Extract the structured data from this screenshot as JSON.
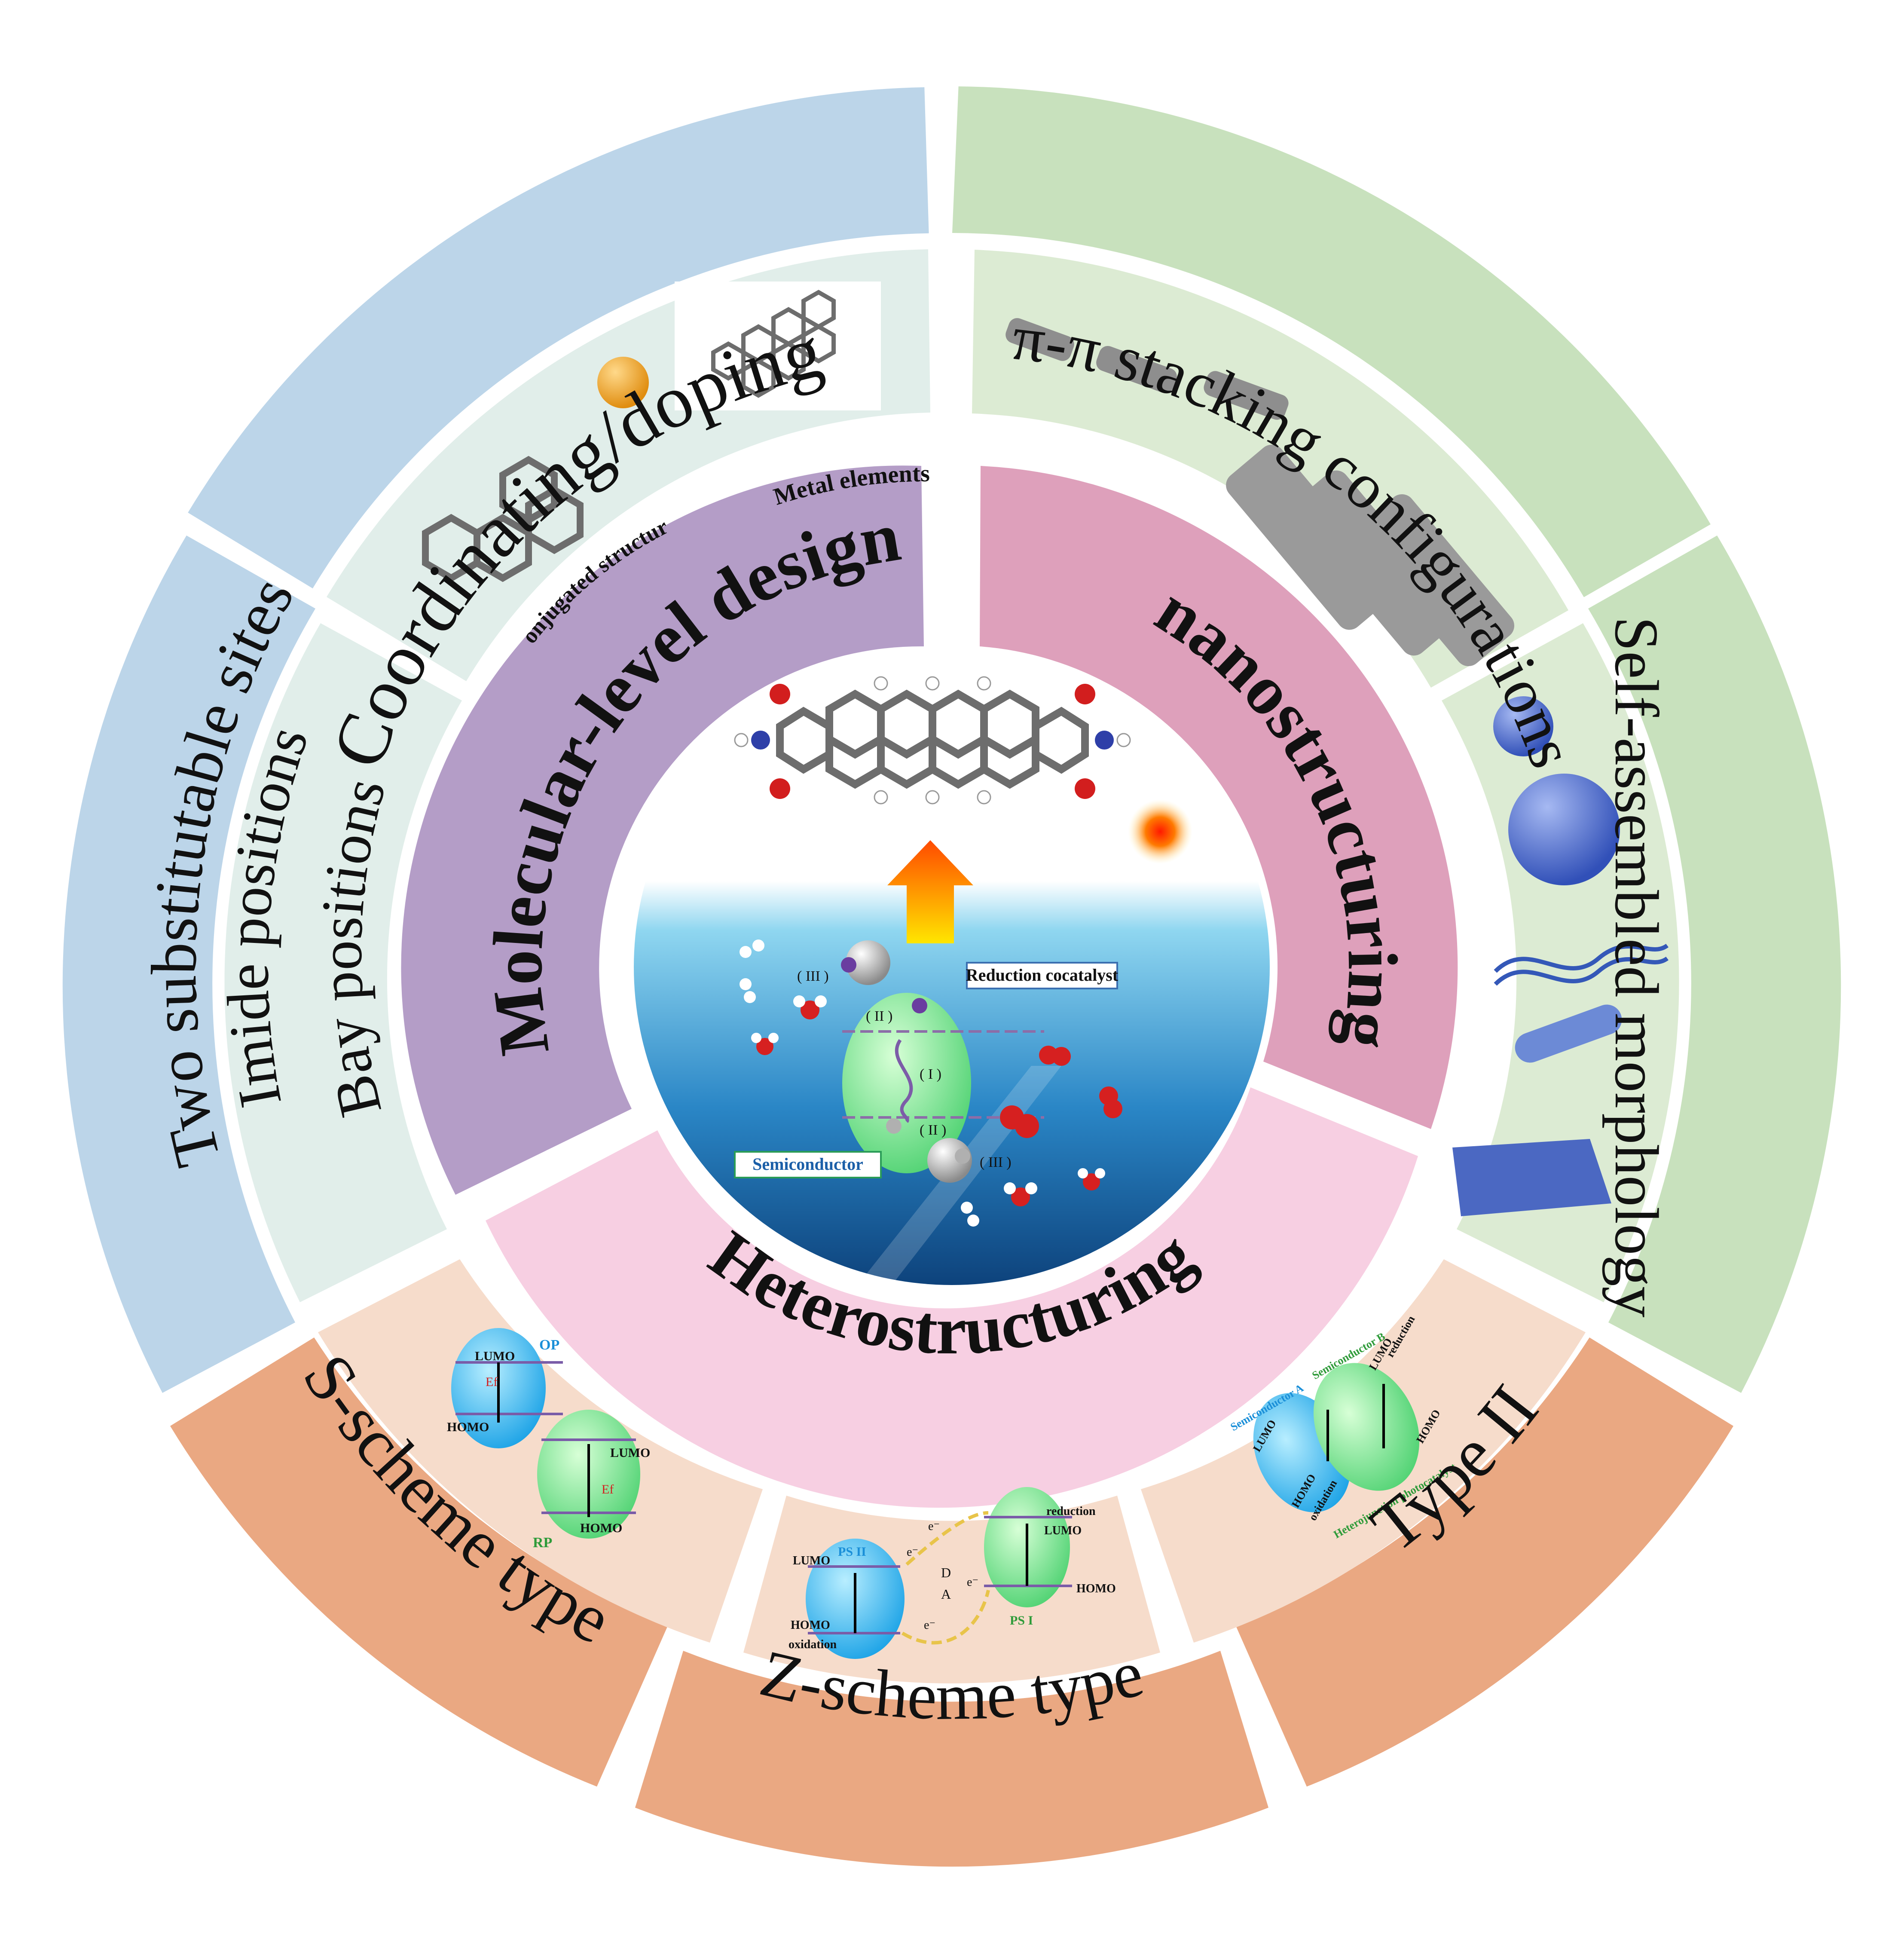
{
  "colors": {
    "outer_blue": "#bcd5e9",
    "outer_green": "#c8e1bd",
    "outer_orange": "#eaa882",
    "middle_blue": "#e1eeea",
    "middle_green": "#dcebd3",
    "middle_orange": "#f6dccb",
    "inner_purple": "#b49dc7",
    "inner_pink": "#dea0bb",
    "inner_lightpink": "#f7cfe2",
    "water_top": "#6fc5e8",
    "water_bottom": "#0c3f78",
    "ellipse_green": "#8be39a",
    "ellipse_blue": "#38b8ec"
  },
  "outer_ring": {
    "coordinating": "Coordinating/doping",
    "stacking": "π-π stacking configurations",
    "self_assembled": "Self-assembled morphology",
    "type_ii": "Type II",
    "z_scheme": "Z-scheme type",
    "s_scheme": "S-scheme type",
    "two_sites": "Two substitutable sites"
  },
  "middle_ring": {
    "imide": "Imide positions",
    "bay": "Bay positions",
    "conjugated": "Conjugated structure",
    "metal": "Metal elements"
  },
  "inner_ring": {
    "molecular": "Molecular-level design",
    "nano": "nanostructuring",
    "hetero": "Heterostructuring"
  },
  "center": {
    "reduction_cocatalyst": "Reduction cocatalyst",
    "semiconductor": "Semiconductor",
    "step_i": "( I )",
    "step_ii_top": "( II )",
    "step_ii_bottom": "( II )",
    "step_iii_top": "( III )",
    "step_iii_bottom": "( III )"
  },
  "s_scheme_diagram": {
    "lumo_left": "LUMO",
    "homo_left": "HOMO",
    "lumo_right": "LUMO",
    "homo_right": "HOMO",
    "op": "OP",
    "rp": "RP",
    "ef_left": "Ef",
    "ef_right": "Ef"
  },
  "z_scheme_diagram": {
    "ps2": "PS II",
    "ps1": "PS I",
    "lumo_left": "LUMO",
    "homo_left": "HOMO",
    "lumo_right": "LUMO",
    "homo_right": "HOMO",
    "reduction": "reduction",
    "oxidation": "oxidation",
    "d": "D",
    "a": "A",
    "e1": "e⁻",
    "e2": "e⁻",
    "e3": "e⁻",
    "e4": "e⁻"
  },
  "type2_diagram": {
    "semi_a": "Semiconductor A",
    "semi_b": "Semiconductor B",
    "lumo_left": "LUMO",
    "homo_left": "HOMO",
    "lumo_right": "LUMO",
    "homo_right": "HOMO",
    "reduction": "reduction",
    "oxidation": "oxidation",
    "hetero_photo": "Heterojunction photocatalyst"
  }
}
